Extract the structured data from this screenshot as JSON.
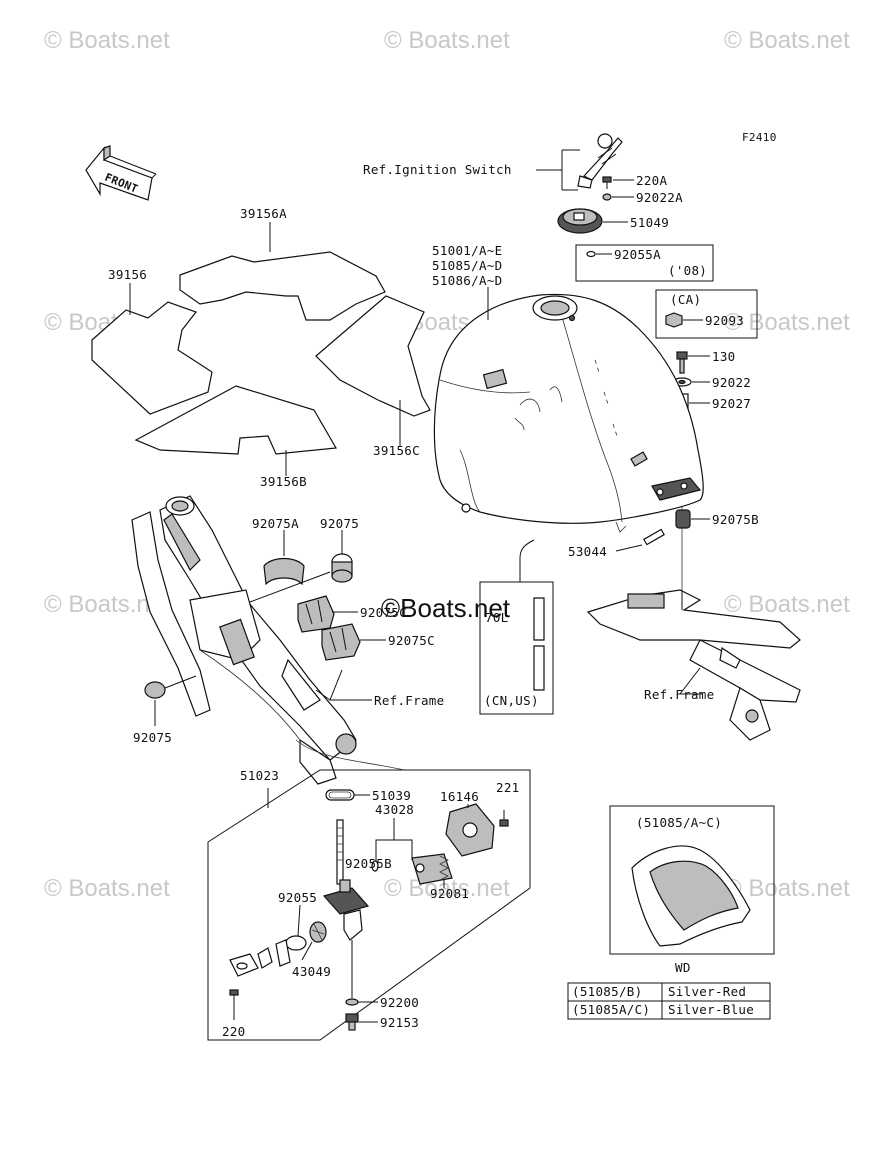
{
  "watermark": "© Boats.net",
  "figure_code": "F2410",
  "front_arrow_label": "FRONT",
  "labels": {
    "ignition_ref": "Ref.Ignition Switch",
    "p220A": "220A",
    "p92022A": "92022A",
    "p51049": "51049",
    "p92055A": "92055A",
    "p92055A_note": "('08)",
    "ca": "(CA)",
    "p92093": "92093",
    "p130": "130",
    "p92022": "92022",
    "p92027": "92027",
    "p92075B": "92075B",
    "p53044": "53044",
    "tank_line1": "51001/A~E",
    "tank_line2": "51085/A~D",
    "tank_line3": "51086/A~D",
    "p39156A": "39156A",
    "p39156": "39156",
    "p39156C": "39156C",
    "p39156B": "39156B",
    "p92075A": "92075A",
    "p92075_top": "92075",
    "p92075C_1": "92075C",
    "p92075C_2": "92075C",
    "ref_frame_left": "Ref.Frame",
    "p92075_left": "92075",
    "hose_len": "70L",
    "cn_us": "(CN,US)",
    "ref_frame_right": "Ref.Frame",
    "p51023": "51023",
    "p51039": "51039",
    "p43028": "43028",
    "p16146": "16146",
    "p221": "221",
    "p92055B": "92055B",
    "p92055": "92055",
    "p92081": "92081",
    "p43049": "43049",
    "p92200": "92200",
    "p92153": "92153",
    "p220": "220",
    "inset_label": "(51085/A~C)",
    "wd": "WD"
  },
  "color_table": {
    "rows": [
      {
        "code": "(51085/B)",
        "color": "Silver-Red"
      },
      {
        "code": "(51085A/C)",
        "color": "Silver-Blue"
      }
    ]
  },
  "center_watermark": "©Boats.net"
}
